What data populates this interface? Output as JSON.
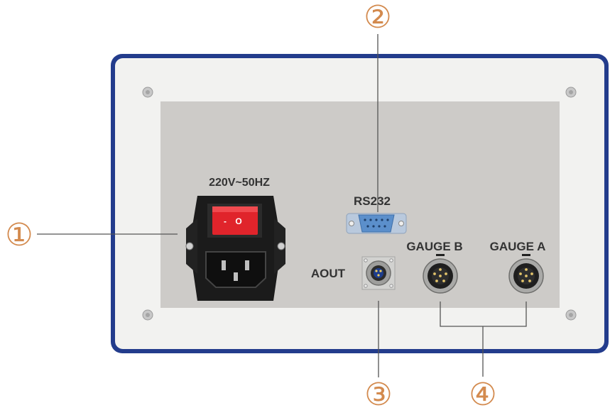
{
  "panel": {
    "power_label": "220V~50HZ",
    "switch_off_mark": "-",
    "switch_on_mark": "O",
    "rs232_label": "RS232",
    "aout_label": "AOUT",
    "gauge_b_label": "GAUGE B",
    "gauge_a_label": "GAUGE A"
  },
  "callouts": [
    {
      "id": 1,
      "symbol": "①"
    },
    {
      "id": 2,
      "symbol": "②"
    },
    {
      "id": 3,
      "symbol": "③"
    },
    {
      "id": 4,
      "symbol": "④"
    }
  ],
  "colors": {
    "frame": "#233c8c",
    "plate": "#f2f2f0",
    "inset": "#cdcbc8",
    "callout": "#d38a4e",
    "switch": "#e0242b",
    "db9": "#5b8fcb"
  }
}
